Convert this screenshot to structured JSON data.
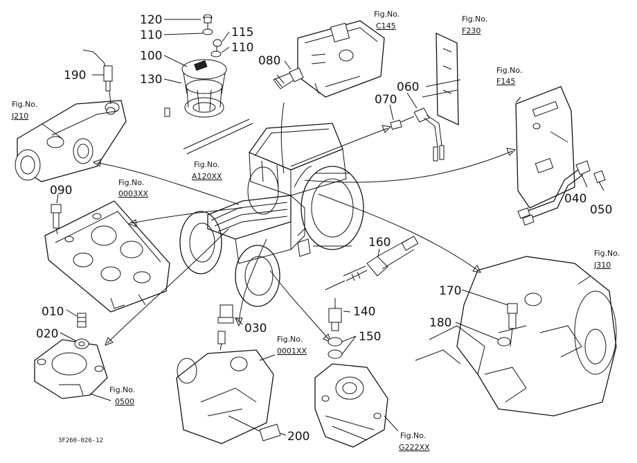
{
  "part_labels": {
    "p010": "010",
    "p020": "020",
    "p030": "030",
    "p040": "040",
    "p050": "050",
    "p060": "060",
    "p070": "070",
    "p080": "080",
    "p090": "090",
    "p100": "100",
    "p110a": "110",
    "p110b": "110",
    "p115": "115",
    "p120": "120",
    "p130": "130",
    "p140": "140",
    "p150": "150",
    "p160": "160",
    "p170": "170",
    "p180": "180",
    "p190": "190",
    "p200": "200"
  },
  "fig_refs": {
    "fig_prefix": "Fig.No.",
    "c145": "C145",
    "f230": "F230",
    "f145": "F145",
    "j210": "J210",
    "a120": "A120XX",
    "f0003": "0003XX",
    "j310": "J310",
    "f0001": "0001XX",
    "f0500": "0500",
    "g222": "G222XX"
  },
  "drawing_id": "3F260-026-12"
}
